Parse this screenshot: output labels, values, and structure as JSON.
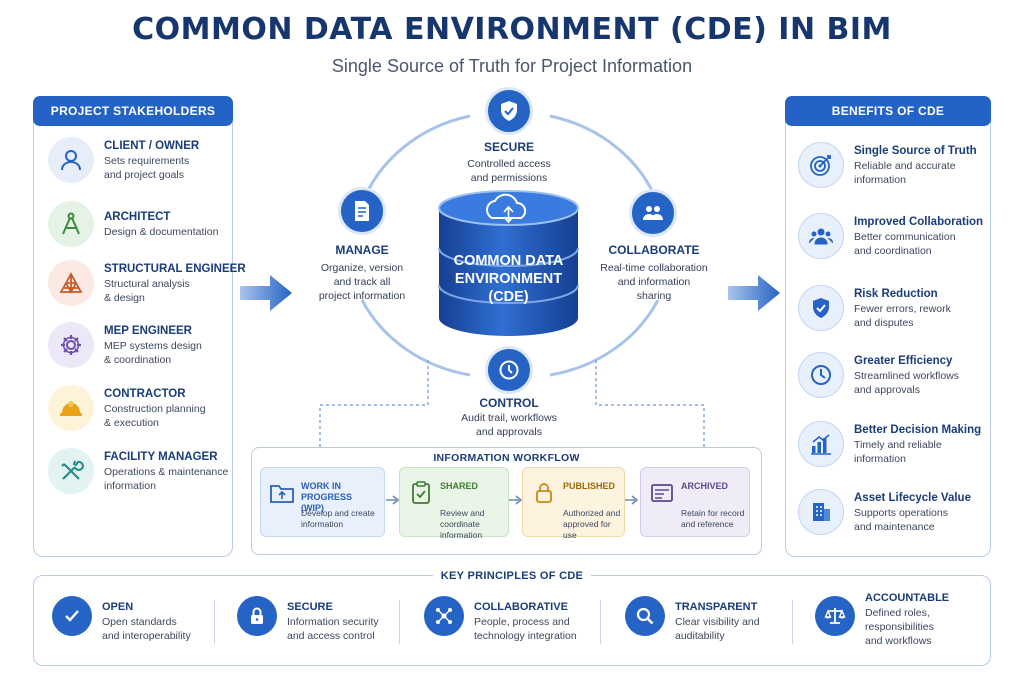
{
  "header": {
    "title": "COMMON DATA ENVIRONMENT (CDE) IN BIM",
    "subtitle": "Single Source of Truth for Project Information"
  },
  "stakeholders": {
    "heading": "PROJECT STAKEHOLDERS",
    "items": [
      {
        "title": "CLIENT / OWNER",
        "desc": "Sets requirements\nand project goals",
        "icon": "person-icon"
      },
      {
        "title": "ARCHITECT",
        "desc": "Design & documentation",
        "icon": "compass-icon"
      },
      {
        "title": "STRUCTURAL ENGINEER",
        "desc": "Structural analysis\n& design",
        "icon": "structure-icon"
      },
      {
        "title": "MEP ENGINEER",
        "desc": "MEP systems design\n& coordination",
        "icon": "gear-icon"
      },
      {
        "title": "CONTRACTOR",
        "desc": "Construction planning\n& execution",
        "icon": "hardhat-icon"
      },
      {
        "title": "FACILITY MANAGER",
        "desc": "Operations & maintenance\ninformation",
        "icon": "tools-icon"
      }
    ]
  },
  "center": {
    "database_label": "COMMON DATA\nENVIRONMENT\n(CDE)",
    "secure": {
      "title": "SECURE",
      "desc": "Controlled access\nand permissions",
      "icon": "shield-icon"
    },
    "manage": {
      "title": "MANAGE",
      "desc": "Organize, version\nand track all\nproject information",
      "icon": "document-icon"
    },
    "collaborate": {
      "title": "COLLABORATE",
      "desc": "Real-time collaboration\nand information\nsharing",
      "icon": "people-icon"
    },
    "control": {
      "title": "CONTROL",
      "desc": "Audit trail, workflows\nand approvals",
      "icon": "clock-icon"
    }
  },
  "workflow": {
    "heading": "INFORMATION WORKFLOW",
    "steps": [
      {
        "title": "WORK IN PROGRESS\n(WIP)",
        "desc": "Develop and create\ninformation",
        "icon": "folder-icon",
        "color": "#2d5fb8"
      },
      {
        "title": "SHARED",
        "desc": "Review and coordinate\ninformation",
        "icon": "clipboard-icon",
        "color": "#3e7d32"
      },
      {
        "title": "PUBLISHED",
        "desc": "Authorized and\napproved for use",
        "icon": "lock-icon",
        "color": "#a0680c"
      },
      {
        "title": "ARCHIVED",
        "desc": "Retain for record\nand reference",
        "icon": "archive-icon",
        "color": "#5a4a8e"
      }
    ]
  },
  "benefits": {
    "heading": "BENEFITS OF CDE",
    "items": [
      {
        "title": "Single Source of Truth",
        "desc": "Reliable and accurate\ninformation",
        "icon": "target-icon"
      },
      {
        "title": "Improved Collaboration",
        "desc": "Better communication\nand coordination",
        "icon": "team-icon"
      },
      {
        "title": "Risk Reduction",
        "desc": "Fewer errors, rework\nand disputes",
        "icon": "shield-check-icon"
      },
      {
        "title": "Greater Efficiency",
        "desc": "Streamlined workflows\nand approvals",
        "icon": "clock-icon"
      },
      {
        "title": "Better Decision Making",
        "desc": "Timely and reliable\ninformation",
        "icon": "bar-chart-icon"
      },
      {
        "title": "Asset Lifecycle Value",
        "desc": "Supports operations\nand maintenance",
        "icon": "building-icon"
      }
    ]
  },
  "principles": {
    "heading": "KEY PRINCIPLES OF CDE",
    "items": [
      {
        "title": "OPEN",
        "desc": "Open standards\nand interoperability",
        "icon": "check-icon"
      },
      {
        "title": "SECURE",
        "desc": "Information security\nand access control",
        "icon": "lock-icon"
      },
      {
        "title": "COLLABORATIVE",
        "desc": "People, process and\ntechnology integration",
        "icon": "network-icon"
      },
      {
        "title": "TRANSPARENT",
        "desc": "Clear visibility and\nauditability",
        "icon": "magnifier-icon"
      },
      {
        "title": "ACCOUNTABLE",
        "desc": "Defined roles,\nresponsibilities\nand workflows",
        "icon": "scales-icon"
      }
    ]
  },
  "colors": {
    "accent": "#2463c6",
    "title": "#17366e",
    "border": "#b9cbe6"
  }
}
